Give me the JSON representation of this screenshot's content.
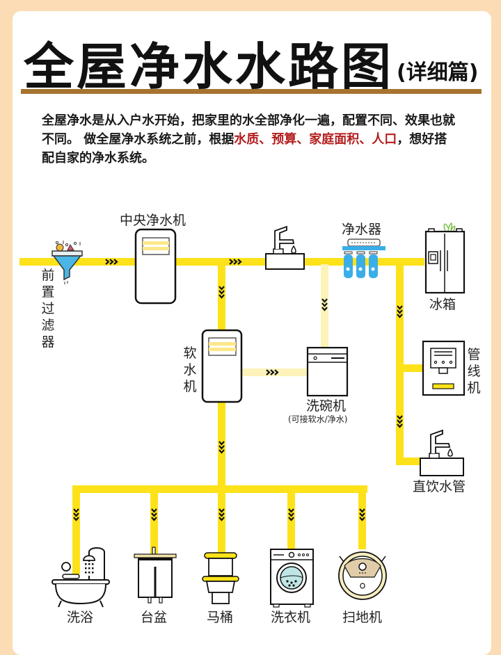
{
  "title": "全屋净水水路图",
  "subtitle": "(详细篇)",
  "intro": {
    "segments": [
      {
        "text": "全屋净水是从入户水开始，把家里的水全部净化一遍，配置不同、效果也就不同。 做全屋净水系统之前，根据",
        "highlight": false
      },
      {
        "text": "水质、预算、家庭面积、人口",
        "highlight": true
      },
      {
        "text": "，想好搭配自家的净水系统。",
        "highlight": false
      }
    ],
    "highlight_color": "#b41e1e"
  },
  "colors": {
    "pipe": "#fde21a",
    "pipe_light": "#fdf3b8",
    "background": "#fbdcb4",
    "rule": "#a6742f",
    "filter_blue": "#3aaee8"
  },
  "nodes": {
    "pre_filter": "前置过滤器",
    "central_purifier": "中央净水机",
    "faucet": "",
    "water_purifier": "净水器",
    "fridge": "冰箱",
    "softener": "软水机",
    "dishwasher": "洗碗机",
    "dishwasher_note": "(可接软水/净水)",
    "pipeline_machine": "管线机",
    "drinking_tap": "直饮水管",
    "bath": "洗浴",
    "basin": "台盆",
    "toilet": "马桶",
    "washer": "洗衣机",
    "robot_vacuum": "扫地机"
  },
  "flow_arrow": "»»"
}
